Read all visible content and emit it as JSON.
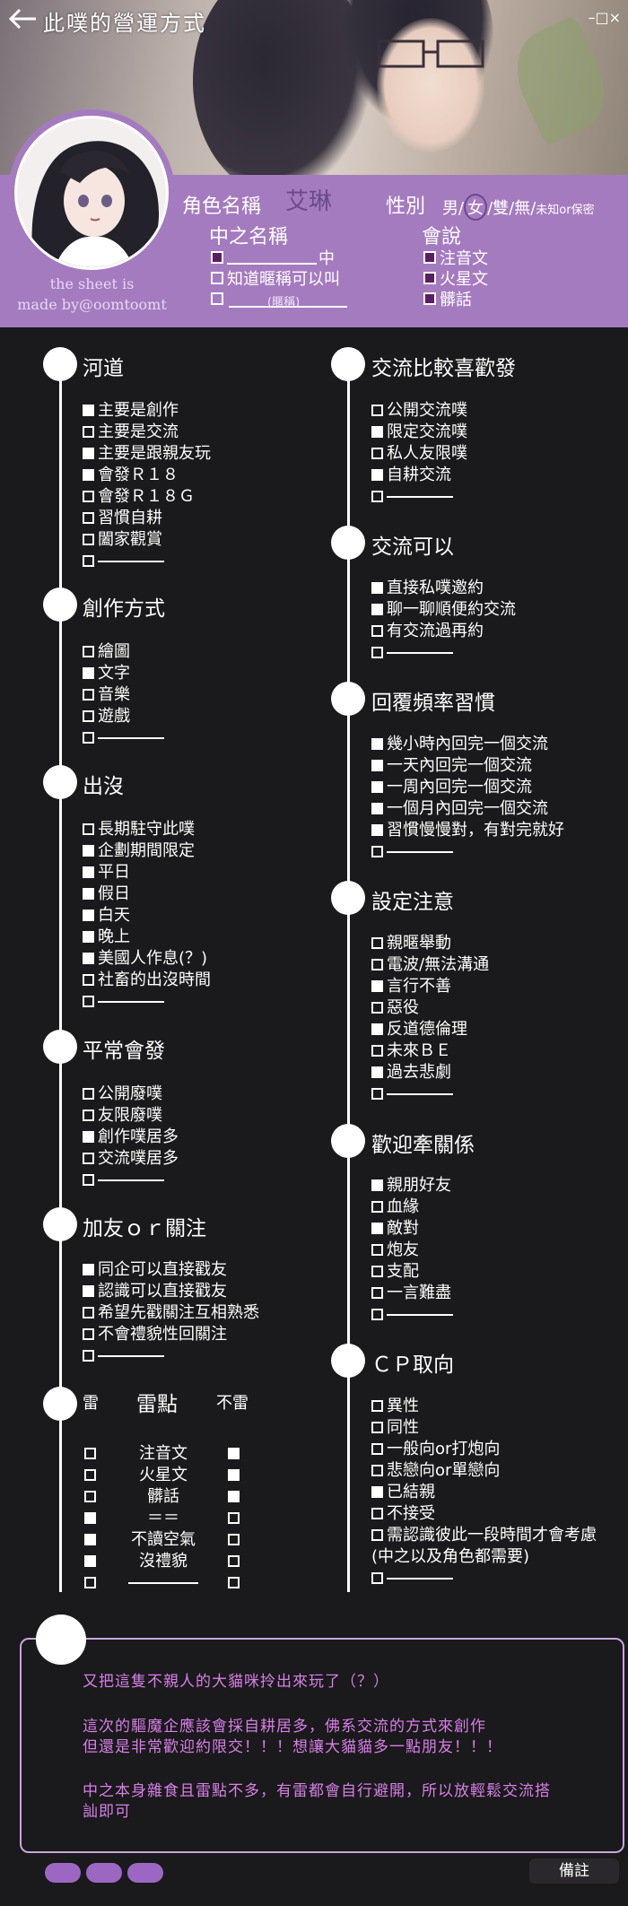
{
  "window": {
    "title": "此噗的營運方式",
    "controls": "–□×"
  },
  "credit": [
    "the sheet is",
    "made by@oomtoomt"
  ],
  "profile": {
    "char_name_label": "角色名稱",
    "char_name_value": "艾琳",
    "gender_label": "性別",
    "gender_options": [
      "男/",
      "女",
      "/雙/無/"
    ],
    "gender_extra": "未知or保密",
    "zhong_label": "中之名稱",
    "zhong_items": [
      "中",
      "知道暱稱可以叫",
      "(暱稱)"
    ],
    "speak_label": "會說",
    "speak_items": [
      "注音文",
      "火星文",
      "髒話"
    ]
  },
  "sections": {
    "hedao": {
      "title": "河道",
      "items": [
        {
          "t": "主要是創作",
          "on": true
        },
        {
          "t": "主要是交流",
          "on": false
        },
        {
          "t": "主要是跟親友玩",
          "on": true
        },
        {
          "t": "會發Ｒ１８",
          "on": true
        },
        {
          "t": "會發Ｒ１８Ｇ",
          "on": false
        },
        {
          "t": "習慣自耕",
          "on": false
        },
        {
          "t": "闔家觀賞",
          "on": false
        },
        {
          "t": "",
          "on": false
        }
      ]
    },
    "chuangzuo": {
      "title": "創作方式",
      "items": [
        {
          "t": "繪圖",
          "on": false
        },
        {
          "t": "文字",
          "on": true
        },
        {
          "t": "音樂",
          "on": false
        },
        {
          "t": "遊戲",
          "on": false
        },
        {
          "t": "",
          "on": false
        }
      ]
    },
    "chumo": {
      "title": "出沒",
      "items": [
        {
          "t": "長期駐守此噗",
          "on": false
        },
        {
          "t": "企劃期間限定",
          "on": true
        },
        {
          "t": "平日",
          "on": true
        },
        {
          "t": "假日",
          "on": true
        },
        {
          "t": "白天",
          "on": true
        },
        {
          "t": "晚上",
          "on": true
        },
        {
          "t": "美國人作息(？)",
          "on": true
        },
        {
          "t": "社畜的出沒時間",
          "on": false
        },
        {
          "t": "",
          "on": false
        }
      ]
    },
    "pingchang": {
      "title": "平常會發",
      "items": [
        {
          "t": "公開廢噗",
          "on": false
        },
        {
          "t": "友限廢噗",
          "on": false
        },
        {
          "t": "創作噗居多",
          "on": true
        },
        {
          "t": "交流噗居多",
          "on": false
        },
        {
          "t": "",
          "on": false
        }
      ]
    },
    "jiayou": {
      "title": "加友ｏｒ關注",
      "items": [
        {
          "t": "同企可以直接戳友",
          "on": true
        },
        {
          "t": "認識可以直接戳友",
          "on": true
        },
        {
          "t": "希望先戳關注互相熟悉",
          "on": false
        },
        {
          "t": "不會禮貌性回關注",
          "on": false
        },
        {
          "t": "",
          "on": false
        }
      ]
    },
    "jiaoliu_bijiao": {
      "title": "交流比較喜歡發",
      "items": [
        {
          "t": "公開交流噗",
          "on": false
        },
        {
          "t": "限定交流噗",
          "on": true
        },
        {
          "t": "私人友限噗",
          "on": false
        },
        {
          "t": "自耕交流",
          "on": true
        },
        {
          "t": "",
          "on": false
        }
      ]
    },
    "jiaoliu_keyi": {
      "title": "交流可以",
      "items": [
        {
          "t": "直接私噗邀約",
          "on": true
        },
        {
          "t": "聊一聊順便約交流",
          "on": true
        },
        {
          "t": "有交流過再約",
          "on": false
        },
        {
          "t": "",
          "on": false
        }
      ]
    },
    "huifu": {
      "title": "回覆頻率習慣",
      "items": [
        {
          "t": "幾小時內回完一個交流",
          "on": true
        },
        {
          "t": "一天內回完一個交流",
          "on": true
        },
        {
          "t": "一周內回完一個交流",
          "on": true
        },
        {
          "t": "一個月內回完一個交流",
          "on": true
        },
        {
          "t": "習慣慢慢對，有對完就好",
          "on": true
        },
        {
          "t": "",
          "on": false
        }
      ]
    },
    "sheding": {
      "title": "設定注意",
      "items": [
        {
          "t": "親暱舉動",
          "on": false
        },
        {
          "t": "電波/無法溝通",
          "on": false
        },
        {
          "t": "言行不善",
          "on": true
        },
        {
          "t": "惡役",
          "on": false
        },
        {
          "t": "反道德倫理",
          "on": true
        },
        {
          "t": "未來ＢＥ",
          "on": false
        },
        {
          "t": "過去悲劇",
          "on": true
        },
        {
          "t": "",
          "on": false
        }
      ]
    },
    "huanying": {
      "title": "歡迎牽關係",
      "items": [
        {
          "t": "親朋好友",
          "on": true
        },
        {
          "t": "血緣",
          "on": false
        },
        {
          "t": "敵對",
          "on": true
        },
        {
          "t": "炮友",
          "on": false
        },
        {
          "t": "支配",
          "on": false
        },
        {
          "t": "一言難盡",
          "on": false
        },
        {
          "t": "",
          "on": false
        }
      ]
    },
    "cp": {
      "title": "ＣＰ取向",
      "items": [
        {
          "t": "異性",
          "on": false
        },
        {
          "t": "同性",
          "on": false
        },
        {
          "t": "一般向or打炮向",
          "on": false
        },
        {
          "t": "悲戀向or單戀向",
          "on": false
        },
        {
          "t": "已結親",
          "on": true
        },
        {
          "t": "不接受",
          "on": false
        },
        {
          "t": "需認識彼此一段時間才會考慮",
          "on": false
        },
        {
          "t": "(中之以及角色都需要)",
          "on": null
        },
        {
          "t": "",
          "on": false
        }
      ]
    }
  },
  "leidian": {
    "lei_label": "雷",
    "title": "雷點",
    "bulei_label": "不雷",
    "rows": [
      {
        "name": "注音文",
        "lei": false,
        "bulei": true
      },
      {
        "name": "火星文",
        "lei": false,
        "bulei": true
      },
      {
        "name": "髒話",
        "lei": false,
        "bulei": true
      },
      {
        "name": "＝＝",
        "lei": true,
        "bulei": false
      },
      {
        "name": "不讀空氣",
        "lei": true,
        "bulei": false
      },
      {
        "name": "沒禮貌",
        "lei": true,
        "bulei": false
      },
      {
        "name": "",
        "lei": false,
        "bulei": false
      }
    ]
  },
  "notes": [
    "又把這隻不親人的大貓咪拎出來玩了（？）",
    "這次的驅魔企應該會採自耕居多，佛系交流的方式來創作",
    "但還是非常歡迎約限交！！！想讓大貓貓多一點朋友！！！",
    "中之本身雜食且雷點不多，有雷都會自行避開，所以放輕鬆交流搭",
    "訕即可"
  ],
  "remark_label": "備註",
  "colors": {
    "accent_purple": "#a57bc0",
    "note_text": "#d77fe8",
    "background": "#1a191b"
  }
}
